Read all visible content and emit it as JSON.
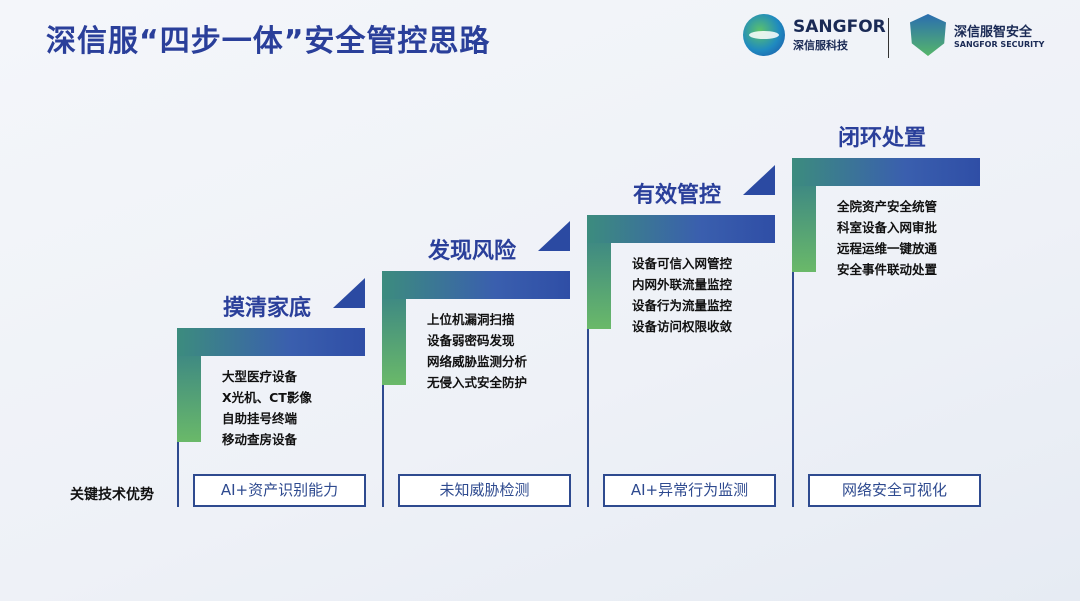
{
  "title": "深信服“四步一体”安全管控思路",
  "logos": {
    "sangfor_name": "SANGFOR",
    "sangfor_cn": "深信服科技",
    "security_cn": "深信服智安全",
    "security_en": "SANGFOR SECURITY"
  },
  "key_label": "关键技术优势",
  "steps": [
    {
      "title": "摸清家底",
      "items": [
        "大型医疗设备",
        "X光机、CT影像",
        "自助挂号终端",
        "移动查房设备"
      ],
      "tech": "AI+资产识别能力"
    },
    {
      "title": "发现风险",
      "items": [
        "上位机漏洞扫描",
        "设备弱密码发现",
        "网络威胁监测分析",
        "无侵入式安全防护"
      ],
      "tech": "未知威胁检测"
    },
    {
      "title": "有效管控",
      "items": [
        "设备可信入网管控",
        "内网外联流量监控",
        "设备行为流量监控",
        "设备访问权限收敛"
      ],
      "tech": "AI+异常行为监测"
    },
    {
      "title": "闭环处置",
      "items": [
        "全院资产安全统管",
        "科室设备入网审批",
        "远程运维一键放通",
        "安全事件联动处置"
      ],
      "tech": "网络安全可视化"
    }
  ]
}
